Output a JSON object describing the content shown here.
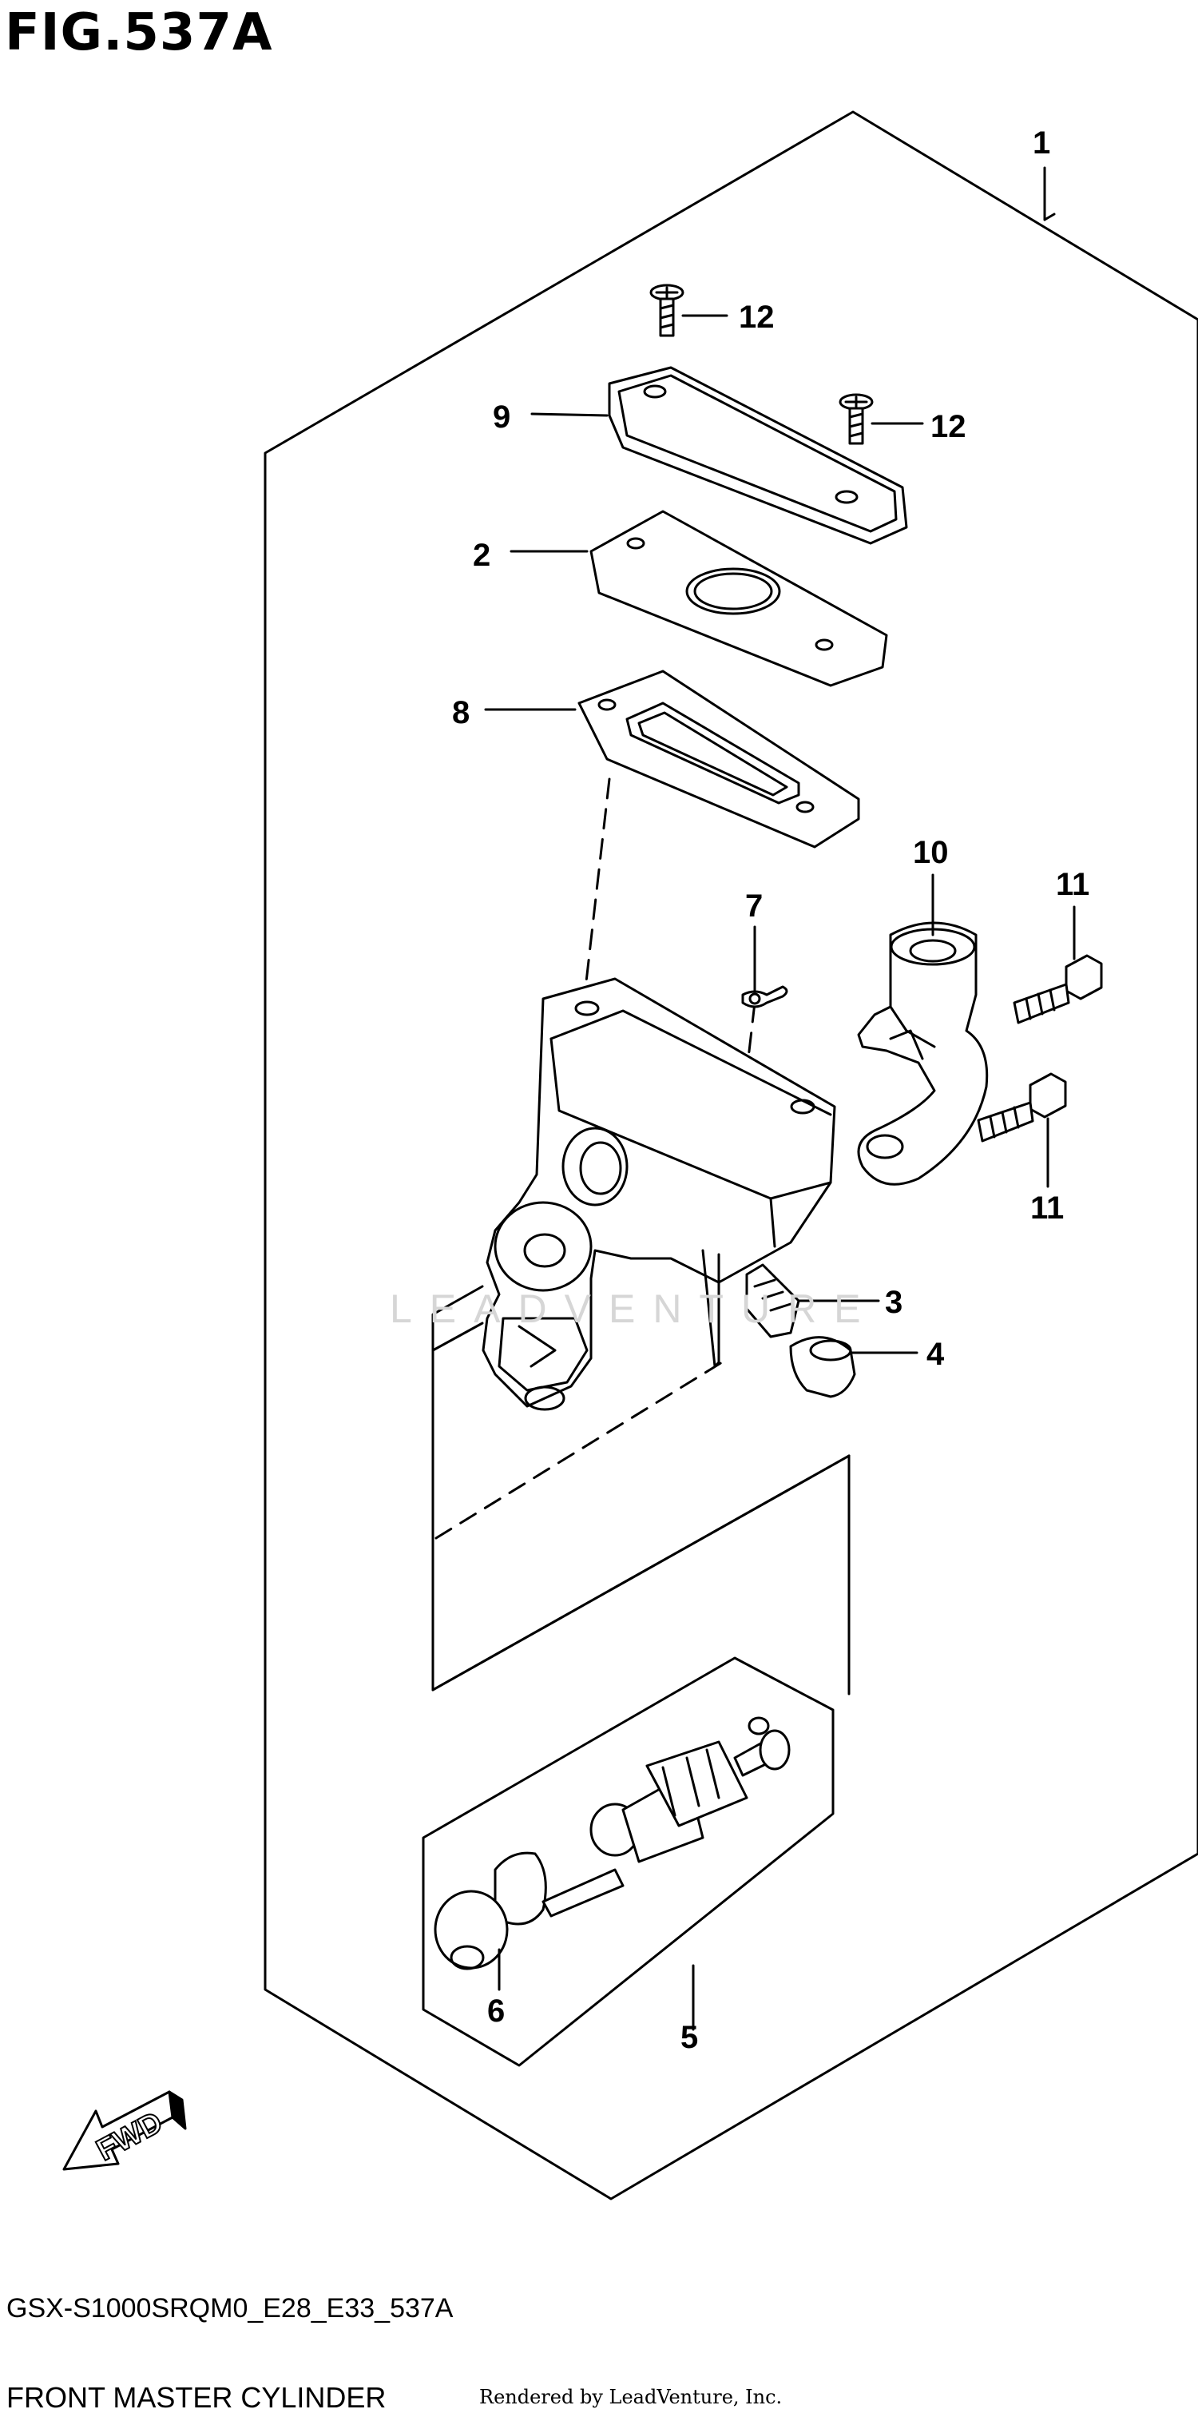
{
  "figure": {
    "title": "FIG.537A",
    "code": "GSX-S1000SRQM0_E28_E33_537A",
    "description": "FRONT MASTER CYLINDER",
    "credit": "Rendered by LeadVenture, Inc.",
    "watermark": "LEADVENTURE"
  },
  "direction_arrow": {
    "label": "FWD"
  },
  "callouts": [
    {
      "id": "c1",
      "label": "1"
    },
    {
      "id": "c12a",
      "label": "12"
    },
    {
      "id": "c9",
      "label": "9"
    },
    {
      "id": "c12b",
      "label": "12"
    },
    {
      "id": "c2",
      "label": "2"
    },
    {
      "id": "c8",
      "label": "8"
    },
    {
      "id": "c10",
      "label": "10"
    },
    {
      "id": "c11a",
      "label": "11"
    },
    {
      "id": "c7",
      "label": "7"
    },
    {
      "id": "c11b",
      "label": "11"
    },
    {
      "id": "c3",
      "label": "3"
    },
    {
      "id": "c4",
      "label": "4"
    },
    {
      "id": "c6",
      "label": "6"
    },
    {
      "id": "c5",
      "label": "5"
    }
  ]
}
